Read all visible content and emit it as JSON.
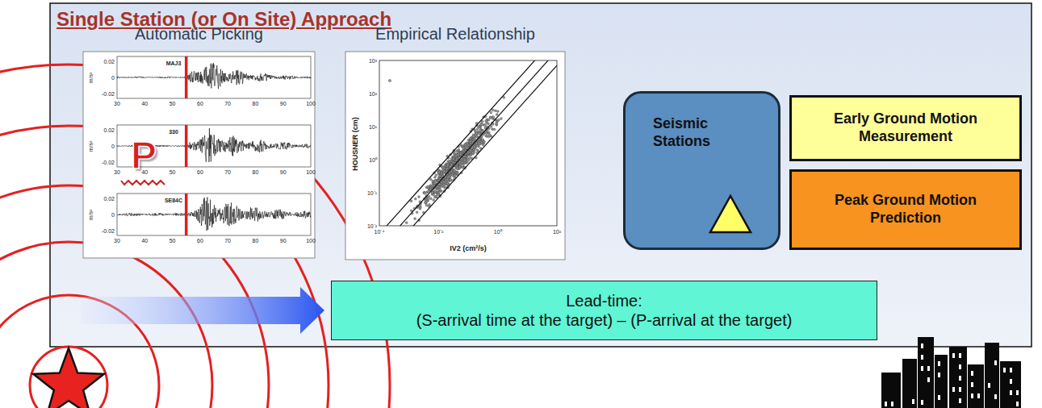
{
  "diagram": {
    "title": "Single Station (or On Site) Approach",
    "nodes": [
      {
        "text": [
          "Automatic Picking"
        ]
      },
      {
        "text": [
          "Empirical Relationship"
        ]
      },
      {
        "text": [
          "Seismic Stations"
        ]
      },
      {
        "text": [
          "Early Ground Motion Measurement"
        ]
      },
      {
        "text": [
          "Peak Ground Motion Prediction"
        ]
      },
      {
        "text": [
          "Lead-time:",
          "(S-arrival time at the target) – (P-arrival at the target)"
        ]
      }
    ],
    "labels": [
      "P",
      "MAJ3",
      "m/s²",
      "0.02",
      "0",
      "-0.02",
      "30",
      "40",
      "50",
      "60",
      "70",
      "80",
      "90",
      "100",
      "330",
      "m/s²",
      "0.02",
      "0",
      "-0.02",
      "30",
      "40",
      "50",
      "60",
      "70",
      "80",
      "90",
      "100",
      "SE84C",
      "m/s²",
      "0.02",
      "0",
      "-0.02",
      "30",
      "40",
      "50",
      "60",
      "70",
      "80",
      "90",
      "100",
      "HOUSNER (cm)",
      "IV2 (cm²/s)",
      "10³",
      "10²",
      "10¹",
      "10⁰",
      "10⁻¹",
      "10⁻²",
      "10⁻⁴",
      "10⁻²",
      "10⁰",
      "10²"
    ]
  }
}
